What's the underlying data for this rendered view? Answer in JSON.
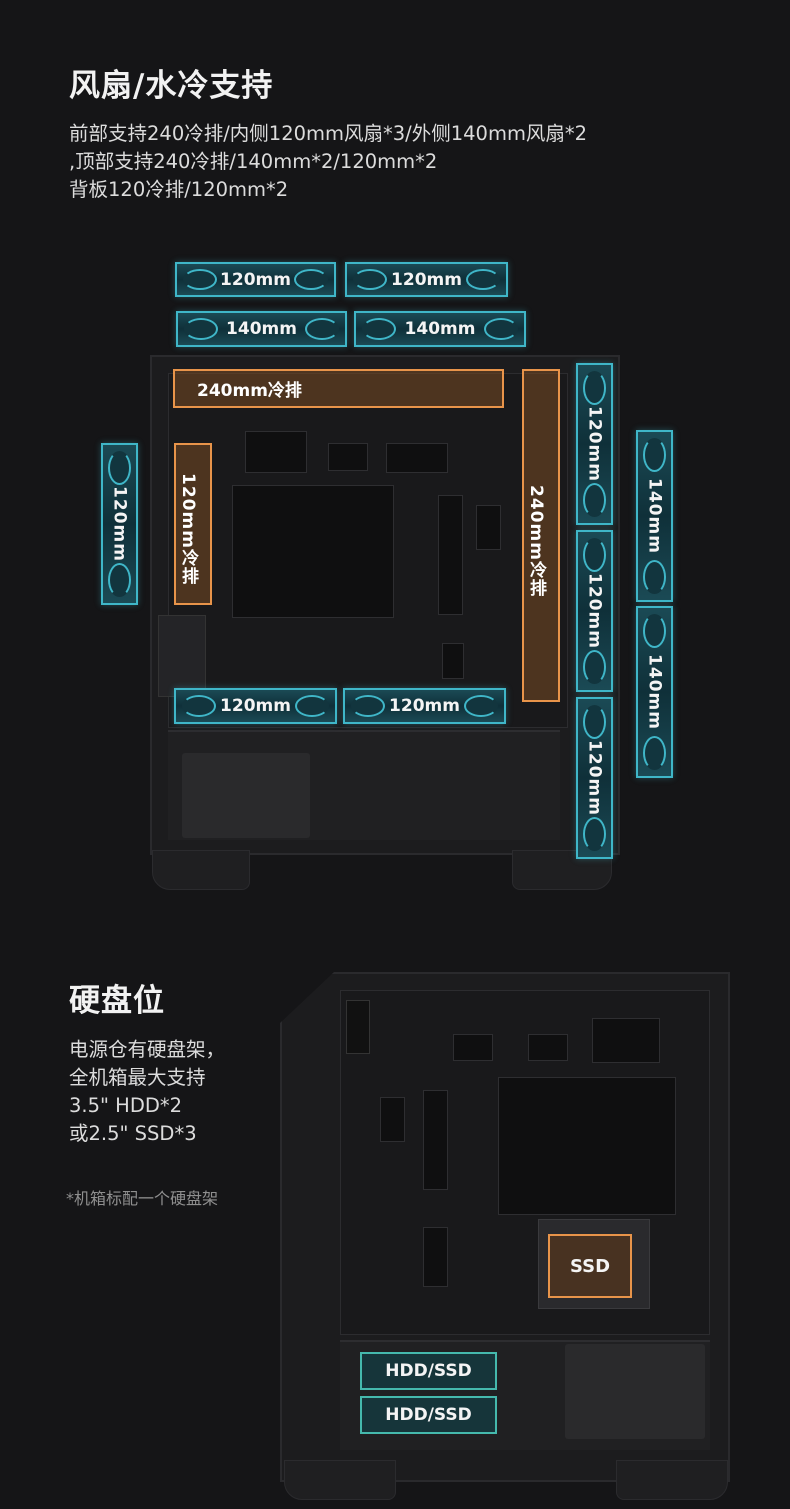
{
  "cooling": {
    "title": "风扇/水冷支持",
    "lines": [
      "前部支持240冷排/内侧120mm风扇*3/外侧140mm风扇*2",
      ",顶部支持240冷排/140mm*2/120mm*2",
      "背板120冷排/120mm*2"
    ],
    "top_fans_120": [
      "120mm",
      "120mm"
    ],
    "top_fans_140": [
      "140mm",
      "140mm"
    ],
    "top_radiator": "240mm冷排",
    "rear_fan": "120mm",
    "rear_radiator": "120mm冷排",
    "front_radiator": "240mm冷排",
    "front_inner_fans": [
      "120mm",
      "120mm",
      "120mm"
    ],
    "front_outer_fans": [
      "140mm",
      "140mm"
    ],
    "bottom_fans": [
      "120mm",
      "120mm"
    ],
    "colors": {
      "fan_outline": "#3fb6c8",
      "radiator_outline": "#e8944a"
    }
  },
  "storage": {
    "title": "硬盘位",
    "lines": [
      "电源仓有硬盘架，",
      "全机箱最大支持",
      "3.5\" HDD*2",
      "或2.5\" SSD*3"
    ],
    "note": "*机箱标配一个硬盘架",
    "ssd_label": "SSD",
    "drive_labels": [
      "HDD/SSD",
      "HDD/SSD"
    ],
    "colors": {
      "ssd_outline": "#e8944a",
      "hdd_outline": "#45b9ad"
    }
  }
}
